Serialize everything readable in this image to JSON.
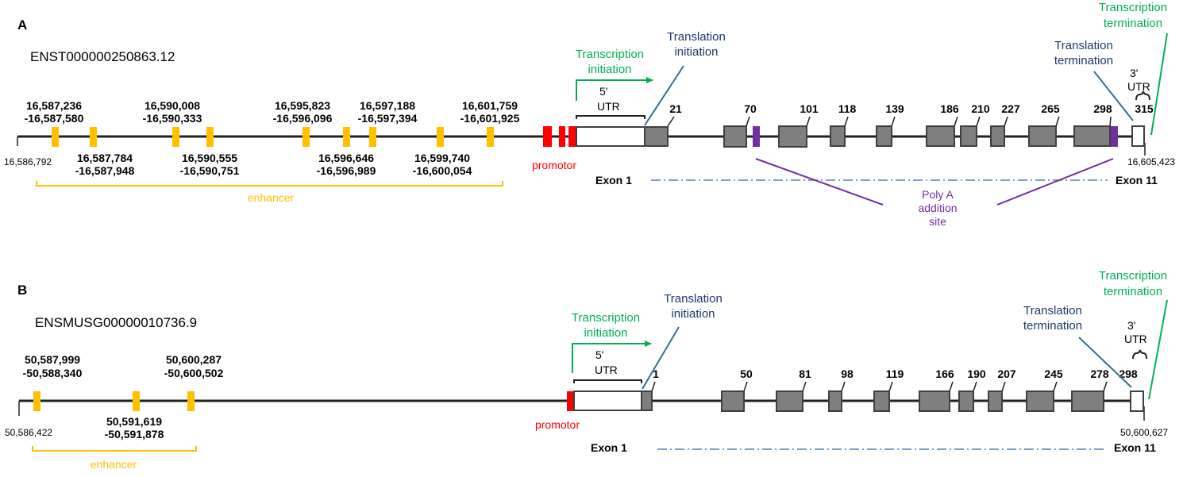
{
  "colors": {
    "line": "#222222",
    "exon": "#7f7f7f",
    "enhancer": "#ffc000",
    "promotor": "#ff0000",
    "polyA": "#7030a0",
    "transcription": "#00b050",
    "translation": "#1f3864",
    "callout": "#31708f",
    "dash": "#4f81bd"
  },
  "panelA": {
    "letter": "A",
    "id": "ENST000000250863.12",
    "start": "16,586,792",
    "end": "16,605,423",
    "enhancers_top": [
      {
        "l1": "16,587,236",
        "l2": "-16,587,580"
      },
      {
        "l1": "16,590,008",
        "l2": "-16,590,333"
      },
      {
        "l1": "16,595,823",
        "l2": "-16,596,096"
      },
      {
        "l1": "16,597,188",
        "l2": "-16,597,394"
      },
      {
        "l1": "16,601,759",
        "l2": "-16,601,925"
      }
    ],
    "enhancers_bottom": [
      {
        "l1": "16,587,784",
        "l2": "-16,587,948"
      },
      {
        "l1": "16,590,555",
        "l2": "-16,590,751"
      },
      {
        "l1": "16,596,646",
        "l2": "-16,596,989"
      },
      {
        "l1": "16,599,740",
        "l2": "-16,600,054"
      }
    ],
    "enhancer_label": "enhancer",
    "promotor_label": "promotor",
    "tx_init": [
      "Transcription",
      "initiation"
    ],
    "tl_init": [
      "Translation",
      "initiation"
    ],
    "utr5": [
      "5'",
      "UTR"
    ],
    "utr3": [
      "3'",
      "UTR"
    ],
    "tl_term": [
      "Translation",
      "termination"
    ],
    "tx_term": [
      "Transcription",
      "termination"
    ],
    "exon_numbers": [
      "21",
      "70",
      "101",
      "118",
      "139",
      "186",
      "210",
      "227",
      "265",
      "298",
      "315"
    ],
    "exon_first": "Exon 1",
    "exon_last": "Exon 11",
    "polyA": [
      "Poly A",
      "addition",
      "site"
    ]
  },
  "panelB": {
    "letter": "B",
    "id": "ENSMUSG00000010736.9",
    "start": "50,586,422",
    "end": "50,600,627",
    "enhancers_top": [
      {
        "l1": "50,587,999",
        "l2": "-50,588,340"
      },
      {
        "l1": "50,600,287",
        "l2": "-50,600,502"
      }
    ],
    "enhancers_bottom": [
      {
        "l1": "50,591,619",
        "l2": "-50,591,878"
      }
    ],
    "enhancer_label": "enhancer",
    "promotor_label": "promotor",
    "tx_init": [
      "Transcription",
      "initiation"
    ],
    "tl_init": [
      "Translation",
      "initiation"
    ],
    "utr5": [
      "5'",
      "UTR"
    ],
    "utr3": [
      "3'",
      "UTR"
    ],
    "tl_term": [
      "Translation",
      "termination"
    ],
    "tx_term": [
      "Transcription",
      "termination"
    ],
    "exon_numbers": [
      "1",
      "50",
      "81",
      "98",
      "119",
      "166",
      "190",
      "207",
      "245",
      "278",
      "298"
    ],
    "exon_first": "Exon 1",
    "exon_last": "Exon 11"
  }
}
